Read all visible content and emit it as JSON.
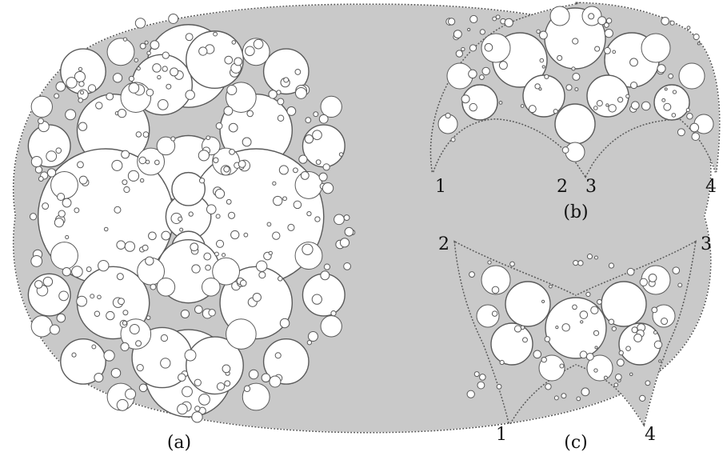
{
  "figure": {
    "panels": [
      {
        "id": "a",
        "caption": "(a)",
        "corner_labels": []
      },
      {
        "id": "b",
        "caption": "(b)",
        "corner_labels": [
          "1",
          "2",
          "3",
          "4"
        ]
      },
      {
        "id": "c",
        "caption": "(c)",
        "corner_labels": [
          "2",
          "3",
          "1",
          "4"
        ]
      }
    ]
  },
  "colors": {
    "ink": "#5a5a5a",
    "background": "#ffffff"
  }
}
